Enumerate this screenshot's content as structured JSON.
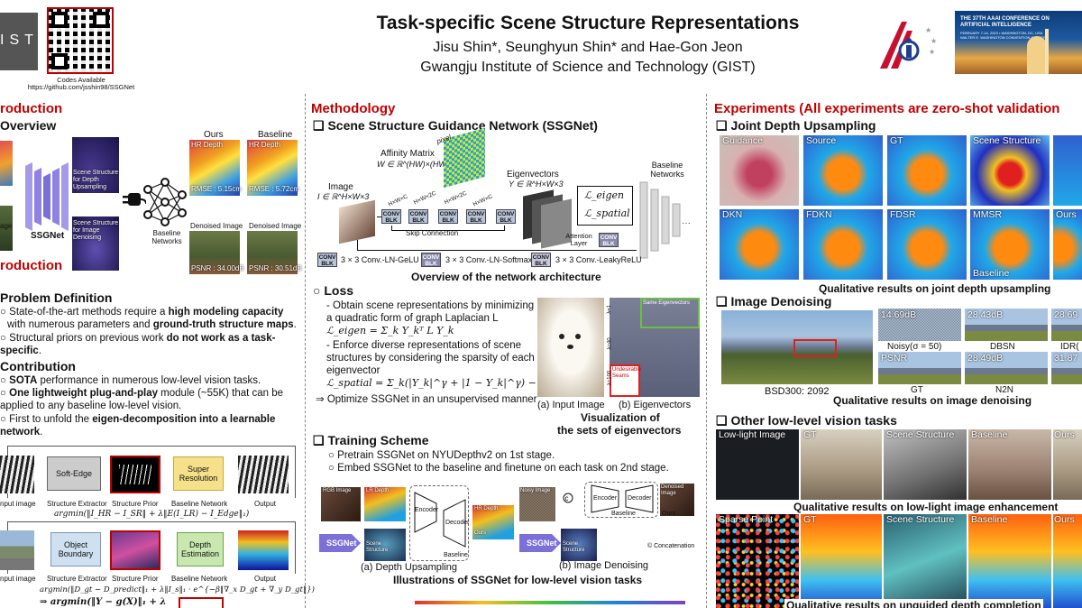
{
  "header": {
    "logo_text": "IST",
    "title": "Task-specific Scene Structure Representations",
    "authors": "Jisu Shin*, Seunghyun Shin* and Hae-Gon Jeon",
    "affiliation": "Gwangju Institute of Science and Technology (GIST)",
    "code_label": "Codes Available",
    "code_url": "https://github.com/jsshin98/SSGNet",
    "conf_line1": "THE 37TH AAAI CONFERENCE ON",
    "conf_line2": "ARTIFICIAL INTELLIGENCE",
    "conf_line3": "FEBRUARY 7-14, 2023 • WASHINGTON, DC, USA",
    "conf_line4": "WALTER E. WASHINGTON CONVENTION CENTER"
  },
  "left": {
    "section_title": "roduction",
    "overview_title": "Overview",
    "ours": "Ours",
    "baseline": "Baseline",
    "hr_depth": "HR Depth",
    "rmse_ours": "RMSE : 5.15cm",
    "rmse_base": "RMSE : 5.72cm",
    "denoised": "Denoised Image",
    "psnr_ours": "PSNR : 34.00dB",
    "psnr_base": "PSNR : 30.51dB",
    "scene_depth": "Scene Structure for Depth Upsampling",
    "scene_denoise": "Scene Structure for Image Denoising",
    "ssgnet": "SSGNet",
    "baseline_networks": "Baseline Networks",
    "age": "age",
    "roduction": "roduction",
    "problem_title": "Problem Definition",
    "p1a": "State-of-the-art methods require a ",
    "p1b": "high modeling capacity",
    "p1c": "with numerous parameters and ",
    "p1d": "ground-truth structure maps",
    "p1e": ".",
    "p2a": "Structural priors on previous work ",
    "p2b": "do not work as a task-specific",
    "p2c": ".",
    "contrib_title": "Contribution",
    "c1a": "SOTA",
    "c1b": " performance in numerous low-level vision tasks.",
    "c2a": "One lightweight plug-and-play",
    "c2b": " module (~55K) that can be applied to any baseline low-level vision.",
    "c3a": "First to unfold the ",
    "c3b": "eigen-decomposition into a learnable network",
    "c3c": ".",
    "softedge": "Soft-Edge",
    "super_res": "Super Resolution",
    "input_image": "nput image",
    "struct_extractor": "Structure Extractor",
    "struct_prior": "Structure Prior",
    "baseline_network": "Baseline Network",
    "output": "Output",
    "eq1": "argmin(‖I_HR − I_SR‖ + λ‖E(I_LR) − I_Edge‖₁)",
    "object_boundary": "Object Boundary",
    "depth_estimation": "Depth Estimation",
    "eq2": "argmin(‖D_gt − D_predict‖₁ + λ‖I_s‖₁ · e^{−β‖∇_x D_gt + ∇_y D_gt‖})",
    "eq3": "⇒ argmin(‖Y − g(X)‖₁ + λ"
  },
  "method": {
    "section_title": "Methodology",
    "ssg_title": "Scene Structure Guidance Network (SSGNet)",
    "affinity": "Affinity Matrix",
    "affinity_eq": "W ∈ ℝ^(HW)×(HW)",
    "pixel": "pixel",
    "image": "Image",
    "image_eq": "I ∈ ℝ^H×W×3",
    "eigenvectors": "Eigenvectors",
    "eig_eq": "Y ∈ ℝ^H×W×3",
    "baseline_networks": "Baseline Networks",
    "l_eigen": "ℒ_eigen",
    "l_spatial": "ℒ_spatial",
    "conv": "CONV BLK",
    "hw1": "H×W×C",
    "hw2": "H×W×2C",
    "hw3": "H×W×2C",
    "hw4": "H×W×C",
    "skip": "Skip Connection",
    "attention": "Attention Layer",
    "leg1": "3 × 3 Conv.-LN-GeLU",
    "leg2": "3 × 3 Conv.-LN-Softmax",
    "leg3": "3 × 3 Conv.-LeakyReLU",
    "arch_caption": "Overview of the network architecture",
    "loss_title": "Loss",
    "loss1": "- Obtain scene representations by minimizing a quadratic form of graph Laplacian L",
    "loss_eq1": "ℒ_eigen = Σ_k Y_kᵀ L Y_k",
    "loss2": "- Enforce diverse representations of scene structures by considering the sparsity of each eigenvector",
    "loss_eq2": "ℒ_spatial = Σ_k(|Y_k|^γ + |1 − Y_k|^γ) − 1",
    "loss3": "⇒ Optimize SSGNet in an unsupervised manner",
    "input_image_cap": "(a) Input Image",
    "eigen_cap": "(b) Eigenvectors",
    "vis_cap1": "Visualization of",
    "vis_cap2": "the sets of eigenvectors",
    "same_eig": "Same Eigenvectors",
    "undesirable": "Undesirable Seams",
    "l1": "λ=1",
    "l40": "λ=40",
    "l100": "λ=100",
    "train_title": "Training Scheme",
    "t1": "Pretrain SSGNet on NYUDepthv2 on 1st stage.",
    "t2": "Embed SSGNet to the baseline and finetune on each task on 2nd stage.",
    "rgb": "RGB Image",
    "lr_depth": "LR Depth",
    "hr_depth": "HR Depth",
    "encoder": "Encoder",
    "decoder": "Decoder",
    "scene_structure": "Scene Structure",
    "ours": "Ours",
    "baseline": "Baseline",
    "noisy": "Noisy Image",
    "denoised": "Denoised Image",
    "concat": "Concatenation",
    "cap_a": "(a) Depth Upsampling",
    "cap_b": "(b) Image Denoising",
    "ill_caption": "Illustrations of SSGNet for low-level vision tasks"
  },
  "exp": {
    "section_title": "Experiments (All experiments are zero-shot validation",
    "jdu_title": "Joint Depth Upsampling",
    "guidance": "Guidance",
    "source": "Source",
    "gt": "GT",
    "scene_structure": "Scene  Structure",
    "dkn": "DKN",
    "fdkn": "FDKN",
    "fdsr": "FDSR",
    "mmsr": "MMSR",
    "ours": "Ours",
    "baseline": "Baseline",
    "jdu_cap": "Qualitative results on joint depth upsampling",
    "den_title": "Image Denoising",
    "db1": "14.69dB",
    "db2": "28.43dB",
    "db3": "28.69",
    "noisy": "Noisy(σ = 50)",
    "dbsn": "DBSN",
    "idr": "IDR(",
    "psnr": "PSNR",
    "db4": "28.49dB",
    "db5": "31.87",
    "bsd": "BSD300: 2092",
    "gt2": "GT",
    "n2n": "N2N",
    "den_cap": "Qualitative results on image denoising",
    "other_title": "Other low-level vision tasks",
    "lowlight": "Low-light Image",
    "ll_cap": "Qualitative results on low-light image enhancement",
    "sparse": "Sparse Point",
    "ud_cap": "Qualitative results on unguided depth completion"
  },
  "colors": {
    "accent_red": "#c00000",
    "ssgnet_purple": "#7b6fd8",
    "conv_blue": "#b8c4d8"
  }
}
